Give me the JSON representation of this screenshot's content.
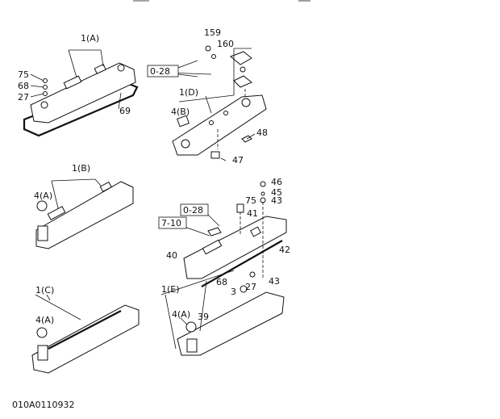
{
  "figure_code": "010A0110932",
  "assemblies": {
    "a": {
      "assembly": "1(A)",
      "parts": [
        "75",
        "68",
        "27",
        "69"
      ]
    },
    "d": {
      "assembly": "1(D)",
      "parts": [
        "159",
        "160",
        "0-28",
        "4(B)",
        "48",
        "47"
      ]
    },
    "b": {
      "assembly": "1(B)",
      "parts": [
        "4(A)"
      ]
    },
    "e": {
      "assembly": "1(E)",
      "parts": [
        "46",
        "45",
        "43",
        "75",
        "41",
        "0-28",
        "7-10",
        "40",
        "42",
        "68",
        "27",
        "43",
        "3",
        "4(A)",
        "39"
      ]
    },
    "c": {
      "assembly": "1(C)",
      "parts": [
        "4(A)"
      ]
    }
  }
}
